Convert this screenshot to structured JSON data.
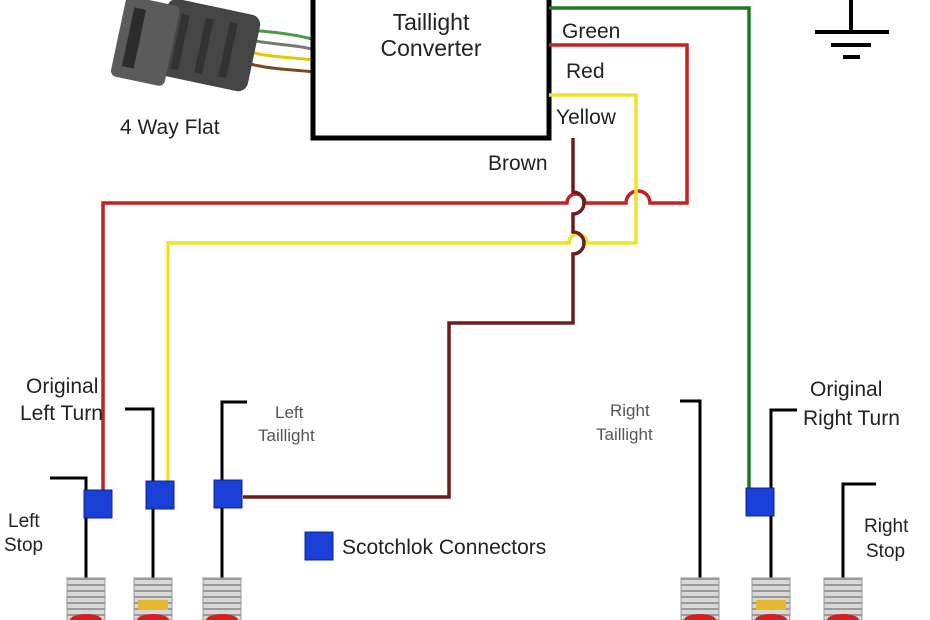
{
  "converter": {
    "line1": "Taillight",
    "line2": "Converter"
  },
  "plug": {
    "label": "4 Way Flat"
  },
  "wires": {
    "green": "Green",
    "red": "Red",
    "yellow": "Yellow",
    "brown": "Brown"
  },
  "left_side": {
    "orig_turn_line1": "Original",
    "orig_turn_line2": "Left Turn",
    "taillight_line1": "Left",
    "taillight_line2": "Taillight",
    "stop_line1": "Left",
    "stop_line2": "Stop"
  },
  "right_side": {
    "taillight_line1": "Right",
    "taillight_line2": "Taillight",
    "orig_turn_line1": "Original",
    "orig_turn_line2": "Right Turn",
    "stop_line1": "Right",
    "stop_line2": "Stop"
  },
  "legend": {
    "label": "Scotchlok Connectors"
  },
  "colors": {
    "green": "#1e7a1e",
    "red": "#c62020",
    "yellow": "#f2e12a",
    "brown": "#6b1e1e",
    "connector": "#1a3fd6",
    "black": "#000000"
  }
}
